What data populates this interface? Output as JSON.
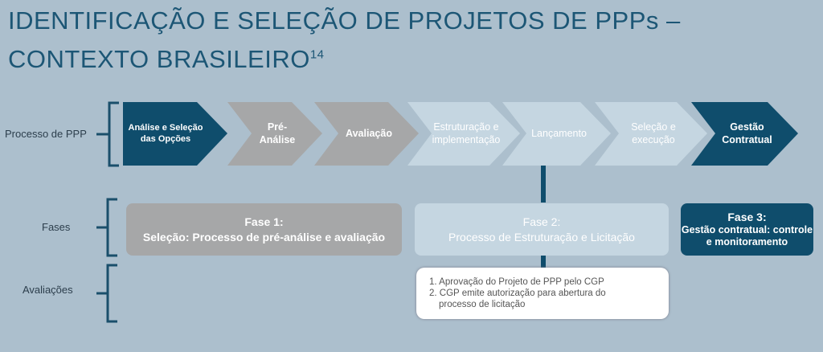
{
  "title": {
    "line1": "IDENTIFICAÇÃO E SELEÇÃO DE PROJETOS DE PPPs –",
    "line2": "CONTEXTO BRASILEIRO",
    "sup": "14"
  },
  "rows": {
    "processo": "Processo de  PPP",
    "fases": "Fases",
    "avaliacoes": "Avaliações"
  },
  "steps": [
    {
      "label": "Análise e Seleção das Opções",
      "color": "#0f4d6c"
    },
    {
      "label": "Pré-Análise",
      "color": "#a6a7a8"
    },
    {
      "label": "Avaliação",
      "color": "#a6a7a8"
    },
    {
      "label": "Estruturação e implementação",
      "color": "#c5d6e1"
    },
    {
      "label": "Lançamento",
      "color": "#c5d6e1"
    },
    {
      "label": "Seleção e execução",
      "color": "#c5d6e1"
    },
    {
      "label": "Gestão Contratual",
      "color": "#0f4d6c"
    }
  ],
  "phases": [
    {
      "title": "Fase 1:",
      "desc": "Seleção: Processo de pré-análise e avaliação"
    },
    {
      "title": "Fase 2:",
      "desc": "Processo de Estruturação e Licitação"
    },
    {
      "title": "Fase 3:",
      "desc": "Gestão contratual: controle e monitoramento"
    }
  ],
  "evaluations": [
    "1. Aprovação do Projeto de PPP pelo CGP",
    "2. CGP emite autorização para abertura do",
    "processo de licitação"
  ]
}
